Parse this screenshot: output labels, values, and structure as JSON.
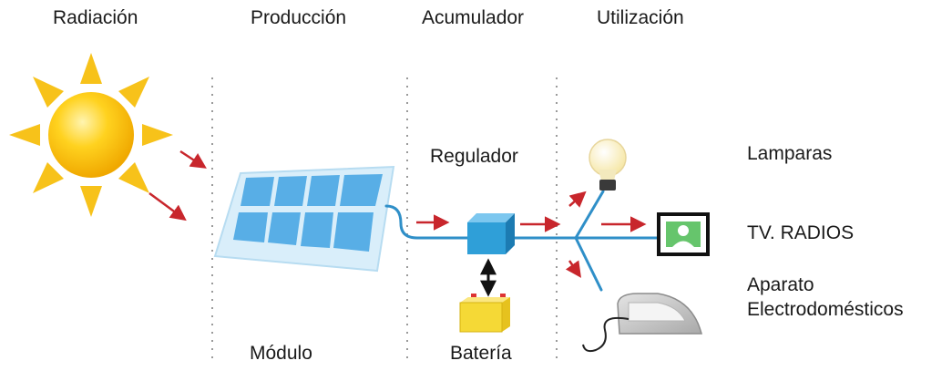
{
  "headers": {
    "radiacion": "Radiación",
    "produccion": "Producción",
    "acumulador": "Acumulador",
    "utilizacion": "Utilización"
  },
  "labels": {
    "regulador": "Regulador",
    "modulo": "Módulo",
    "bateria": "Batería",
    "lamparas": "Lamparas",
    "tv_radios": "TV. RADIOS",
    "aparato_line1": "Aparato",
    "aparato_line2": "Electrodomésticos"
  },
  "colors": {
    "sun": "#f5b400",
    "sun_rays": "#f7c21a",
    "panel_frame": "#d6ecf8",
    "panel_cell": "#5aaee6",
    "wire": "#2f8fc8",
    "arrow": "#c8262c",
    "regulator": "#2f9fd8",
    "battery": "#f4d83a",
    "divider": "#9a9a9a"
  }
}
